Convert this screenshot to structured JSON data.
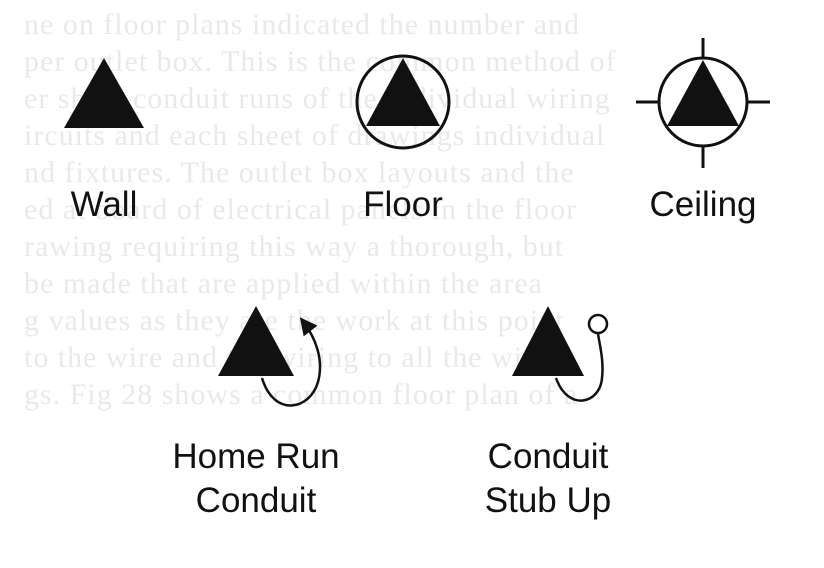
{
  "symbols": [
    {
      "id": "wall",
      "lines": [
        "Wall"
      ]
    },
    {
      "id": "floor",
      "lines": [
        "Floor"
      ]
    },
    {
      "id": "ceiling",
      "lines": [
        "Ceiling"
      ]
    },
    {
      "id": "home-run",
      "lines": [
        "Home Run",
        "Conduit"
      ]
    },
    {
      "id": "stub-up",
      "lines": [
        "Conduit",
        "Stub Up"
      ]
    }
  ],
  "colors": {
    "ink": "#111111",
    "background": "#ffffff",
    "faded_text": "#e9e9e9"
  },
  "background_text": [
    "ne on floor plans indicated the number and",
    "per outlet box. This is the common method of",
    "er sheet conduit runs of the individual wiring",
    "ircuits and each sheet of drawings individual",
    "nd fixtures. The outlet box layouts and the",
    "ed at board of electrical panels in the floor",
    "rawing requiring this way a thorough, but",
    "be made that are applied within the area",
    "g values as they are the work at this point",
    "to the wire and the wiring to all the wiring",
    "gs. Fig 28 shows a common floor plan of a"
  ]
}
